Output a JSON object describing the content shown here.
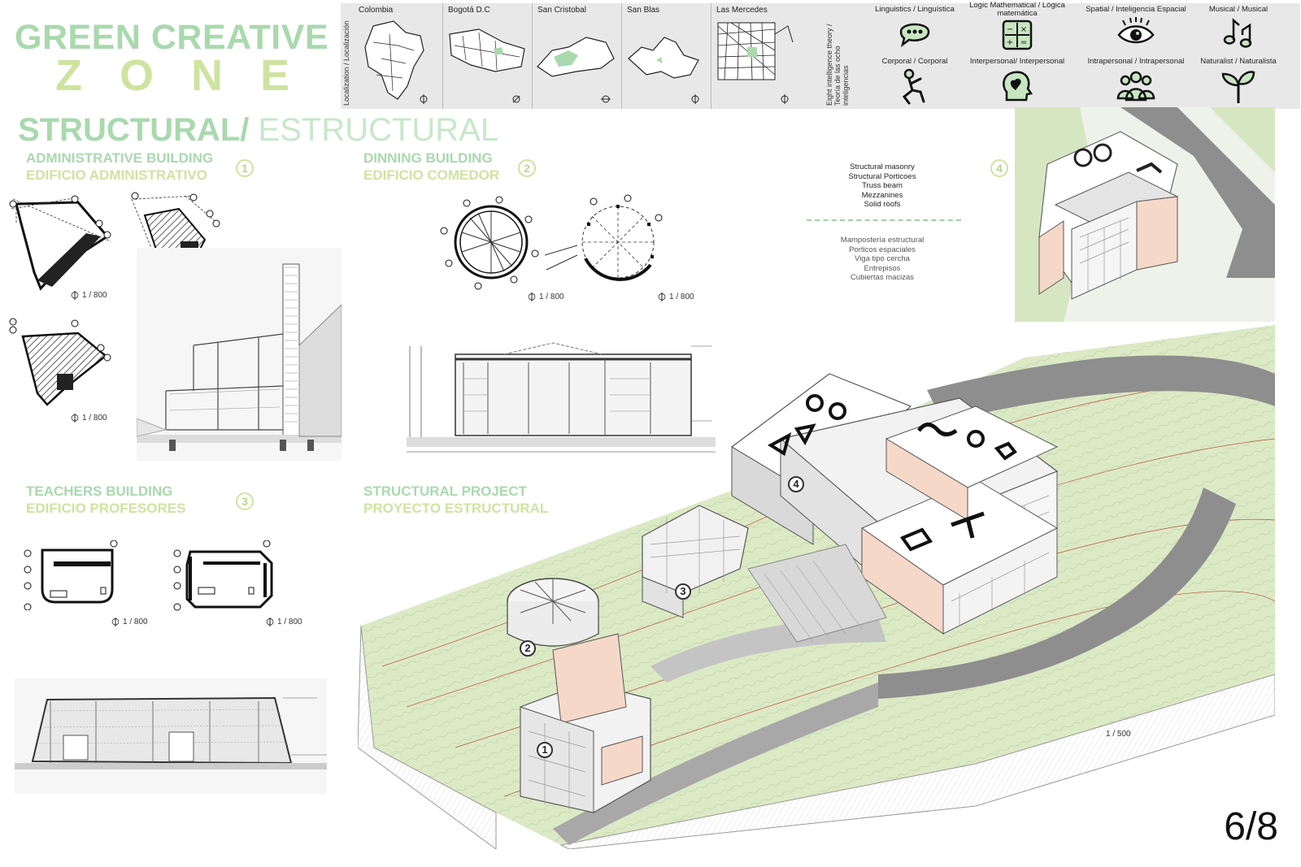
{
  "title": {
    "line1": "GREEN CREATIVE",
    "line2": "ZONE"
  },
  "localization": {
    "label": "Localization / Localización",
    "cells": [
      {
        "name": "Colombia"
      },
      {
        "name": "Bogotá D.C"
      },
      {
        "name": "San Cristobal"
      },
      {
        "name": "San Blas"
      },
      {
        "name": "Las Mercedes"
      }
    ]
  },
  "intelligences": {
    "label": "Eight intelligence theory / Teoría de las ocho inteligencias",
    "items": [
      {
        "label": "Linguistics / Linguística",
        "icon": "speech-bubble-icon"
      },
      {
        "label": "Logic Mathematical / Lógica matemática",
        "icon": "calculator-icon"
      },
      {
        "label": "Spatial / Inteligencia Espacial",
        "icon": "eye-icon"
      },
      {
        "label": "Musical / Musical",
        "icon": "music-notes-icon"
      },
      {
        "label": "Corporal / Corporal",
        "icon": "body-pose-icon"
      },
      {
        "label": "Interpersonal/ Interpersonal",
        "icon": "head-heart-icon"
      },
      {
        "label": "Intrapersonal / Intrapersonal",
        "icon": "group-icon"
      },
      {
        "label": "Naturalist / Naturalista",
        "icon": "sprout-icon"
      }
    ]
  },
  "structural_title": {
    "bold": "STRUCTURAL/",
    "thin": " ESTRUCTURAL"
  },
  "sections": {
    "administrative": {
      "en": "ADMINISTRATIVE BUILDING",
      "es": "EDIFICIO ADMINISTRATIVO",
      "num": "1"
    },
    "dinning": {
      "en": "DINNING BUILDING",
      "es": "EDIFICIO COMEDOR",
      "num": "2"
    },
    "teachers": {
      "en": "TEACHERS BUILDING",
      "es": "EDIFICIO PROFESORES",
      "num": "3"
    },
    "project": {
      "en": "STRUCTURAL PROJECT",
      "es": "PROYECTO ESTRUCTURAL"
    }
  },
  "legend": {
    "num": "4",
    "en": [
      "Structural masonry",
      "Structural Porticoes",
      "Truss beam",
      "Mezzanines",
      "Solid roofs"
    ],
    "es": [
      "Mampostería estructural",
      "Porticos espaciales",
      "Viga tipo cercha",
      "Entrepisos",
      "Cubiertas macizas"
    ]
  },
  "scales": {
    "plan": "1 / 800",
    "site": "1 / 500"
  },
  "site_markers": [
    "1",
    "2",
    "3",
    "4"
  ],
  "page": "6/8",
  "colors": {
    "green_title": "#a9d9ad",
    "lime": "#cfe3a0",
    "site_green": "#dce9c5",
    "road": "#8e8e8e",
    "strip": "#e8e8e8"
  }
}
